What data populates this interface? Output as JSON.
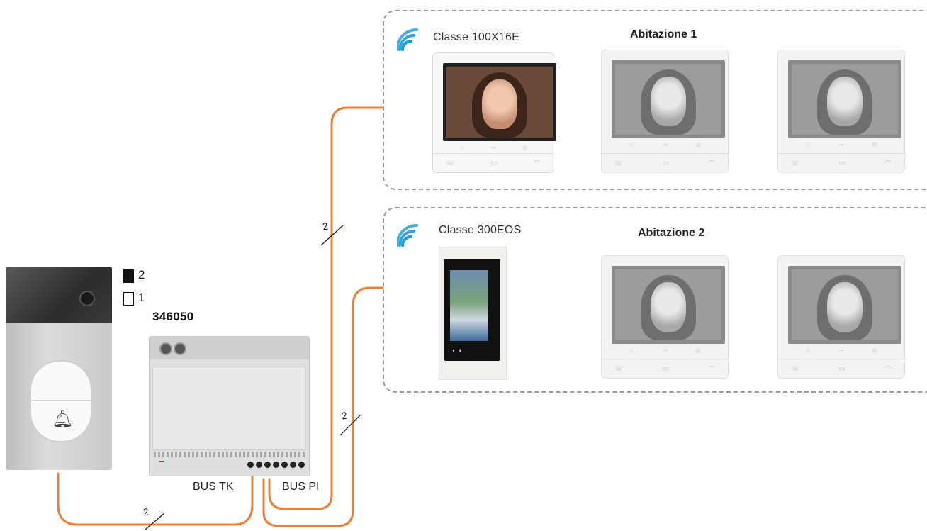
{
  "apartment1": {
    "class_label": "Classe 100X16E",
    "title": "Abitazione 1"
  },
  "apartment2": {
    "class_label": "Classe 300EOS",
    "title": "Abitazione 2"
  },
  "power_supply": {
    "code": "346050"
  },
  "dip_switch": {
    "upper": "2",
    "lower": "1"
  },
  "bus": {
    "tk": "BUS TK",
    "pi": "BUS PI"
  },
  "wire_counts": [
    "2",
    "2",
    "2"
  ],
  "colors": {
    "wire": "#e8803a",
    "wifi": "#1e98d6",
    "dashed_border": "#9a9a9a"
  },
  "icons": [
    "wifi-icon",
    "bell-icon",
    "handset-icon",
    "key-icon",
    "eye-icon",
    "hangup-icon"
  ]
}
